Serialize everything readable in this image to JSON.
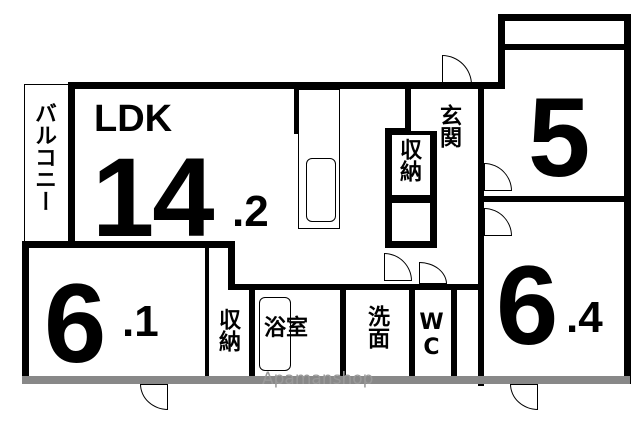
{
  "floor_plan": {
    "rooms": [
      {
        "id": "ldk",
        "type_label": "LDK",
        "size_int": "14",
        "size_dec": ".2"
      },
      {
        "id": "bedroom_nw",
        "size_int": "6",
        "size_dec": ".1"
      },
      {
        "id": "bedroom_ne",
        "size_int": "5"
      },
      {
        "id": "bedroom_se",
        "size_int": "6",
        "size_dec": ".4"
      }
    ],
    "labels": {
      "balcony": "バルコニー",
      "entrance": "玄関",
      "storage_entrance": "収納",
      "storage_west": "収納",
      "bathroom": "浴室",
      "washroom": "洗面",
      "wc": "WC"
    },
    "watermark": "Apamanshop"
  }
}
